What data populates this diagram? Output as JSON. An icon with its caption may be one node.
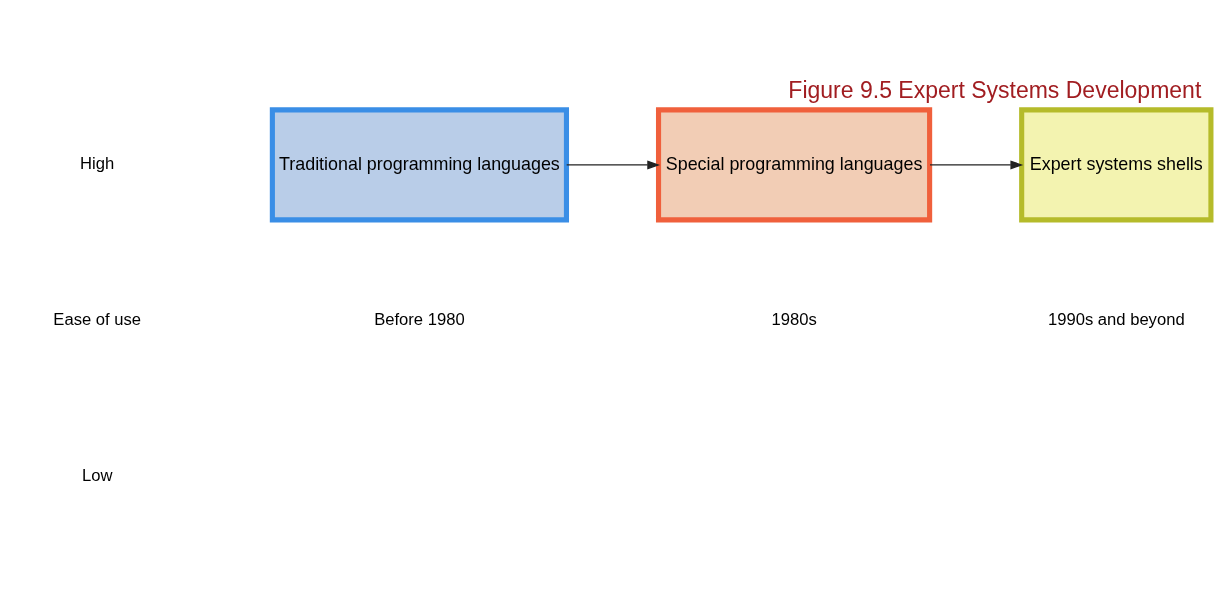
{
  "diagram": {
    "title": "Figure 9.5 Expert Systems Development",
    "nodes": [
      {
        "text": [
          "Traditional programming languages"
        ]
      },
      {
        "text": [
          "Special programming languages"
        ]
      },
      {
        "text": [
          "Expert systems shells"
        ]
      }
    ],
    "edges": [
      {
        "from": 0,
        "to": 1,
        "arrow": "to"
      },
      {
        "from": 1,
        "to": 2,
        "arrow": "to"
      }
    ],
    "labels": [
      "High",
      "Ease of use",
      "Low",
      "Before 1980",
      "1980s",
      "1990s and beyond"
    ]
  }
}
